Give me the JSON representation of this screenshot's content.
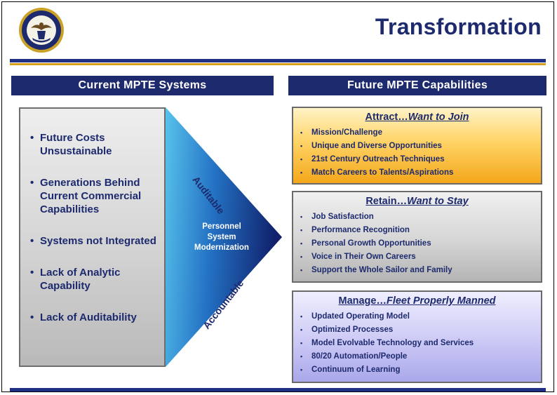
{
  "title": "Transformation",
  "colors": {
    "navy": "#1d2a6e",
    "gold": "#d6a01e",
    "attract": "#f4a71a",
    "retain": "#b4b4b4",
    "manage": "#aaa7ea"
  },
  "seal": {
    "icon": "navy-seal-icon"
  },
  "left_header": "Current  MPTE  Systems",
  "right_header": "Future MPTE Capabilities",
  "current_issues": [
    "Future Costs Unsustainable",
    "Generations Behind Current Commercial Capabilities",
    "Systems not Integrated",
    "Lack of Analytic Capability",
    "Lack of Auditability"
  ],
  "arrow": {
    "top_label": "Auditable",
    "bottom_label": "Accountable",
    "center_label": [
      "Personnel",
      "System",
      "Modernization"
    ]
  },
  "capabilities": {
    "attract": {
      "lead": "Attract…",
      "emphasis": "Want to Join",
      "items": [
        "Mission/Challenge",
        "Unique and Diverse Opportunities",
        "21st Century Outreach Techniques",
        "Match Careers to Talents/Aspirations"
      ]
    },
    "retain": {
      "lead": "Retain…",
      "emphasis": "Want to Stay",
      "items": [
        "Job Satisfaction",
        "Performance Recognition",
        "Personal Growth Opportunities",
        "Voice in Their Own Careers",
        "Support the Whole Sailor and Family"
      ]
    },
    "manage": {
      "lead": "Manage…",
      "emphasis": "Fleet Properly Manned",
      "items": [
        "Updated Operating Model",
        "Optimized Processes",
        "Model Evolvable Technology and Services",
        "80/20 Automation/People",
        "Continuum of Learning"
      ]
    }
  }
}
